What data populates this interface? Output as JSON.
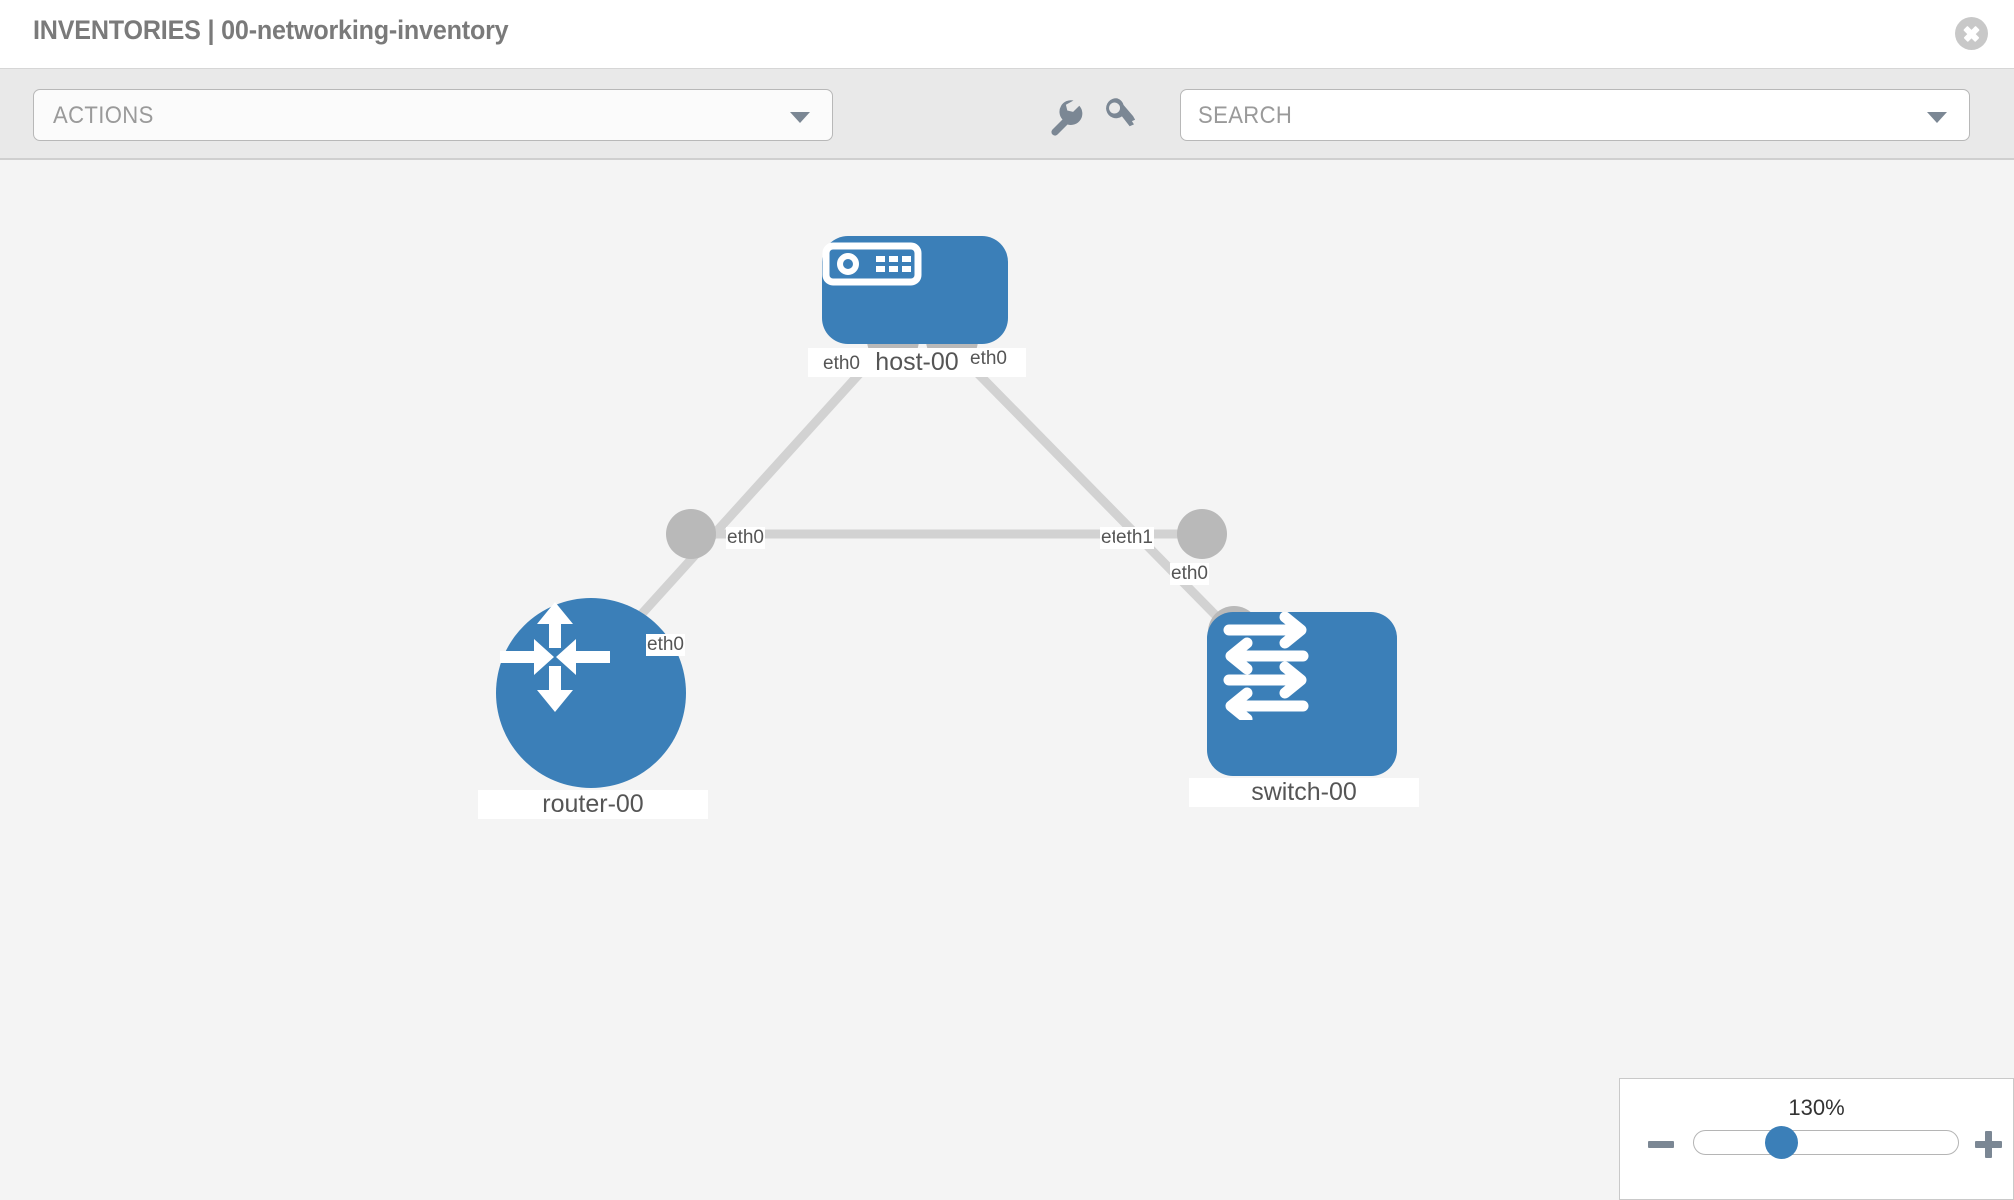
{
  "header": {
    "title": "INVENTORIES | 00-networking-inventory",
    "close_icon": "close-circle-icon"
  },
  "toolbar": {
    "actions_label": "ACTIONS",
    "actions_caret": "chevron-down-icon",
    "wrench_icon": "wrench-icon",
    "key_icon": "key-icon",
    "search_placeholder": "SEARCH",
    "search_caret": "chevron-down-icon"
  },
  "topology": {
    "nodes": [
      {
        "id": "host",
        "label": "host-00",
        "icon": "server-icon",
        "shape": "rounded-rect"
      },
      {
        "id": "router",
        "label": "router-00",
        "icon": "router-arrows-icon",
        "shape": "circle"
      },
      {
        "id": "switch",
        "label": "switch-00",
        "icon": "switch-arrows-icon",
        "shape": "rounded-square"
      }
    ],
    "links": [
      {
        "from": "host",
        "to": "router",
        "from_iface": "eth0",
        "to_iface": "eth0"
      },
      {
        "from": "host",
        "to": "switch",
        "from_iface": "eth0",
        "to_iface": "eth0"
      },
      {
        "from": "router",
        "to": "switch",
        "from_iface": "eth0",
        "to_iface_a": "eth0",
        "to_iface_b": "eth1"
      }
    ],
    "iface_labels": {
      "host_left": "eth0",
      "host_right": "eth0",
      "router_up": "eth0",
      "switch_up": "eth0",
      "router_right": "eth0",
      "switch_left_a": "eth0",
      "switch_left_b": "eth1"
    }
  },
  "zoom": {
    "value": "130%",
    "minus_icon": "minus-icon",
    "plus_icon": "plus-icon",
    "handle": "slider-handle"
  },
  "colors": {
    "node_blue": "#3b7fb8",
    "link_gray": "#d2d2d2",
    "connector_gray": "#b9b9b9",
    "toolbar_bg": "#e9e9e9",
    "canvas_bg": "#f4f4f4"
  }
}
